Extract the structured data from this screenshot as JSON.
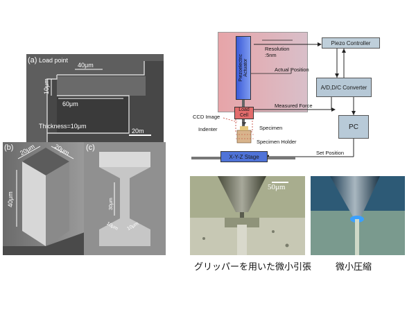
{
  "sem_a": {
    "tag": "(a)",
    "load_point": "Load point",
    "dim_width": "40μm",
    "dim_height": "10μm",
    "dim_length": "60μm",
    "thickness": "Thickness=10μm",
    "scalebar": "20m"
  },
  "sem_b": {
    "tag": "(b)",
    "dim_top_left": "20μm",
    "dim_top_right": "20μm",
    "dim_height": "40μm"
  },
  "sem_c": {
    "tag": "(c)",
    "dim_height": "30μm",
    "dim_left": "10μm",
    "dim_right": "10μm"
  },
  "diagram": {
    "resolution": "Resolution\n:5nm",
    "actual_position": "Actual Position",
    "piezo_controller": "Piezo Controller",
    "piezo_actuator": "Piezoelectric\nActuator",
    "adc": "A/D,D/C Converter",
    "load_cell": "Load\nCell",
    "measured_force": "Measured Force",
    "pc": "PC",
    "ccd_image": "CCD Image",
    "indenter": "Indenter",
    "specimen": "Specimen",
    "specimen_holder": "Specimen Holder",
    "set_position": "Set Position",
    "stage": "X-Y-Z Stage",
    "colors": {
      "pink": "#e8a7aa",
      "blue_box": "#4a6fd6",
      "gray_box": "#b9cad6",
      "red_box": "#e36c6c"
    }
  },
  "photos": {
    "scale": "50μm",
    "caption_left": "グリッパーを用いた微小引張",
    "caption_right": "微小圧縮"
  }
}
